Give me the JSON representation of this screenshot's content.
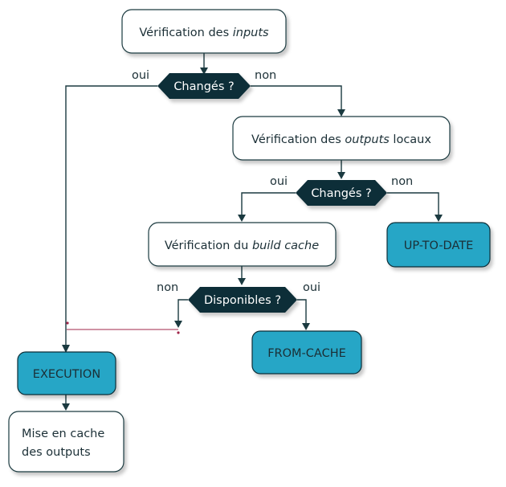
{
  "colors": {
    "line": "#1b3a40",
    "node_fill": "#ffffff",
    "state_fill": "#26a6c6",
    "decision_fill": "#0e2f38",
    "merge_line": "#a0264a"
  },
  "nodes": {
    "check_inputs": {
      "pre": "Vérification des ",
      "em": "inputs",
      "post": ""
    },
    "decision_inputs": {
      "label": "Changés ?",
      "yes": "oui",
      "no": "non"
    },
    "check_outputs": {
      "pre": "Vérification des ",
      "em": "outputs",
      "post": " locaux"
    },
    "decision_outputs": {
      "label": "Changés ?",
      "yes": "oui",
      "no": "non"
    },
    "check_cache": {
      "pre": "Vérification du ",
      "em": "build cache",
      "post": ""
    },
    "decision_cache": {
      "label": "Disponibles ?",
      "no": "non",
      "yes": "oui"
    },
    "up_to_date": {
      "label": "UP-TO-DATE"
    },
    "from_cache": {
      "label": "FROM-CACHE"
    },
    "execution": {
      "label": "EXECUTION"
    },
    "cache_outputs": {
      "line1": "Mise en cache",
      "line2": "des outputs"
    }
  }
}
